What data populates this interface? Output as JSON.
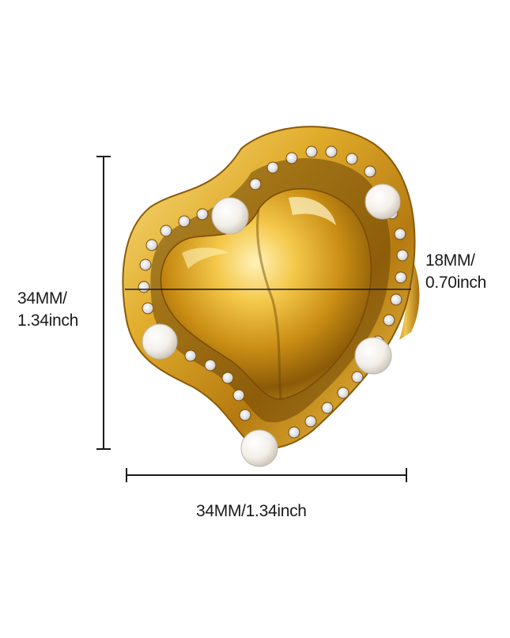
{
  "product": {
    "name": "heart-shaped gold ring with pearls and rhinestones",
    "colors": {
      "gold_light": "#f7d774",
      "gold_mid": "#d9a21e",
      "gold_dark": "#8a5a08",
      "pearl": "#f6f3ee",
      "dimension_line": "#1a1a1a"
    }
  },
  "dimensions": {
    "height": {
      "line1": "34MM/",
      "line2": "1.34inch"
    },
    "depth": {
      "line1": "18MM/",
      "line2": "0.70inch"
    },
    "width": {
      "text": "34MM/1.34inch"
    }
  }
}
